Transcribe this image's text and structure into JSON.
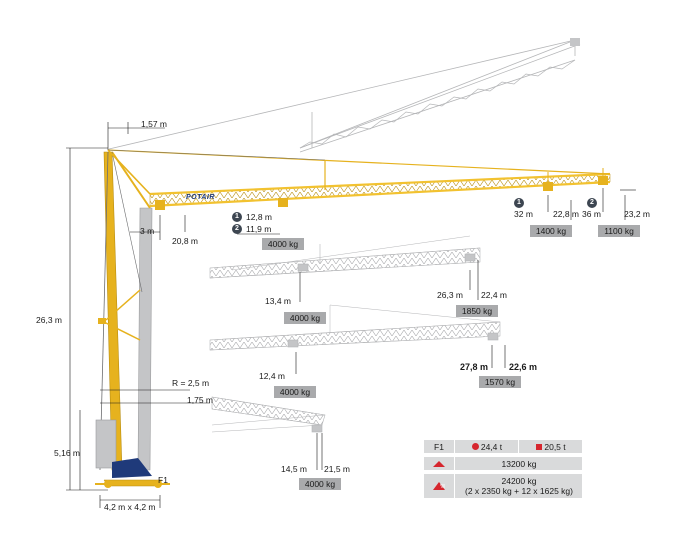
{
  "brand": {
    "logo_text": "POTAIR",
    "jib_color": "#f2c230",
    "mast_color": "#e6b21e",
    "ghost_color": "#c4c5c7",
    "dim_line_color": "#1a1a1a",
    "label_box_color": "#a9aaac",
    "base_blue": "#1f3a7a",
    "table_icon_color": "#d6262e"
  },
  "main": {
    "tower_height": "26,3 m",
    "jib_rise_offset": "1,57 m",
    "hook_offset": "3 m",
    "hook_height": "20,8 m",
    "config_1_radius": "12,8 m",
    "config_2_radius": "11,9 m",
    "config_1_badge": "1",
    "config_2_badge": "2",
    "load_near": "4000 kg",
    "tip_1_radius": "32 m",
    "tip_1_height": "22,8 m",
    "tip_1_load": "1400 kg",
    "tip_2_radius": "36 m",
    "tip_2_height": "23,2 m",
    "tip_2_load": "1100 kg",
    "slew_radius": "R = 2,5 m",
    "mast_offset": "1,75 m",
    "ballast_height": "5,16 m",
    "base_size": "4,2 m x 4,2 m",
    "outrigger_label": "F1"
  },
  "configs": [
    {
      "near_radius": "13,4 m",
      "near_load": "4000 kg",
      "tip_radius": "26,3 m",
      "tip_height": "22,4 m",
      "tip_load": "1850 kg"
    },
    {
      "near_radius": "12,4 m",
      "near_load": "4000 kg",
      "tip_radius": "27,8 m",
      "tip_height": "22,6 m",
      "tip_load": "1570 kg"
    },
    {
      "near_radius": "14,5 m",
      "near_load": "4000 kg",
      "tip_height": "21,5 m"
    }
  ],
  "table": {
    "header_label": "F1",
    "reaction_1": "24,4 t",
    "reaction_2": "20,5 t",
    "row1_value": "13200 kg",
    "row2_value": "24200 kg",
    "row2_detail": "(2 x 2350 kg + 12 x 1625 kg)",
    "row1_icon": "ballast-icon",
    "row2_icon": "counterweight-stack-icon"
  }
}
